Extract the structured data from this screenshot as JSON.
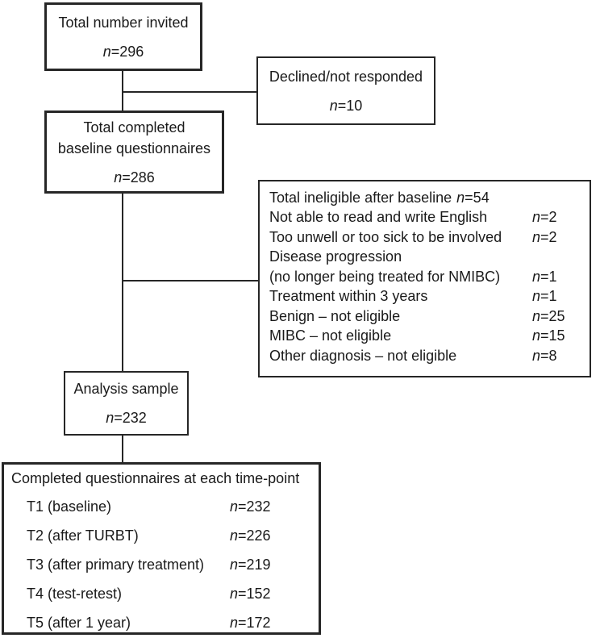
{
  "colors": {
    "line": "#262626",
    "background": "#ffffff",
    "text": "#1a1a1a"
  },
  "boxes": {
    "invited": {
      "label": "Total number invited",
      "count": {
        "sym": "n",
        "val": "=296"
      }
    },
    "declined": {
      "label": "Declined/not responded",
      "count": {
        "sym": "n",
        "val": "=10"
      }
    },
    "baseline": {
      "line1": "Total completed",
      "line2": "baseline questionnaires",
      "count": {
        "sym": "n",
        "val": "=286"
      }
    },
    "ineligible": {
      "title": "Total ineligible after baseline",
      "title_count": {
        "sym": "n",
        "val": "=54"
      },
      "items": [
        {
          "label": "Not able to read and write English",
          "count": {
            "sym": "n",
            "val": "=2"
          }
        },
        {
          "label": "Too unwell or too sick to be involved",
          "count": {
            "sym": "n",
            "val": "=2"
          }
        },
        {
          "label": "Disease progression",
          "count": {
            "sym": "",
            "val": ""
          }
        },
        {
          "label": "(no longer being treated for NMIBC)",
          "count": {
            "sym": "n",
            "val": "=1"
          }
        },
        {
          "label": "Treatment within 3 years",
          "count": {
            "sym": "n",
            "val": "=1"
          }
        },
        {
          "label": "Benign – not eligible",
          "count": {
            "sym": "n",
            "val": "=25"
          }
        },
        {
          "label": "MIBC – not eligible",
          "count": {
            "sym": "n",
            "val": "=15"
          }
        },
        {
          "label": "Other diagnosis – not eligible",
          "count": {
            "sym": "n",
            "val": "=8"
          }
        }
      ]
    },
    "analysis": {
      "label": "Analysis sample",
      "count": {
        "sym": "n",
        "val": "=232"
      }
    },
    "timepoints": {
      "title": "Completed questionnaires at each time-point",
      "items": [
        {
          "label": "T1 (baseline)",
          "count": {
            "sym": "n",
            "val": "=232"
          }
        },
        {
          "label": "T2 (after TURBT)",
          "count": {
            "sym": "n",
            "val": "=226"
          }
        },
        {
          "label": "T3 (after primary treatment)",
          "count": {
            "sym": "n",
            "val": "=219"
          }
        },
        {
          "label": "T4 (test-retest)",
          "count": {
            "sym": "n",
            "val": "=152"
          }
        },
        {
          "label": "T5 (after 1 year)",
          "count": {
            "sym": "n",
            "val": "=172"
          }
        }
      ]
    }
  }
}
